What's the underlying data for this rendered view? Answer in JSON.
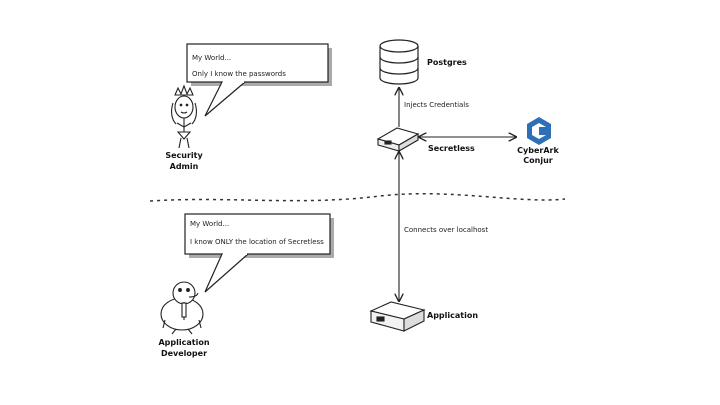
{
  "admin_bubble": {
    "line1": "My World...",
    "line2": "Only I know the passwords"
  },
  "dev_bubble": {
    "line1": "My World...",
    "line2": "I know ONLY the location of Secretless"
  },
  "actors": {
    "admin_line1": "Security",
    "admin_line2": "Admin",
    "dev_line1": "Application",
    "dev_line2": "Developer"
  },
  "nodes": {
    "postgres": "Postgres",
    "secretless": "Secretless",
    "application": "Application",
    "conjur_line1": "CyberArk",
    "conjur_line2": "Conjur"
  },
  "edges": {
    "injects": "Injects Credentials",
    "connects": "Connects over localhost"
  },
  "colors": {
    "conjur_logo": "#2f6fb8",
    "ink": "#222222"
  }
}
